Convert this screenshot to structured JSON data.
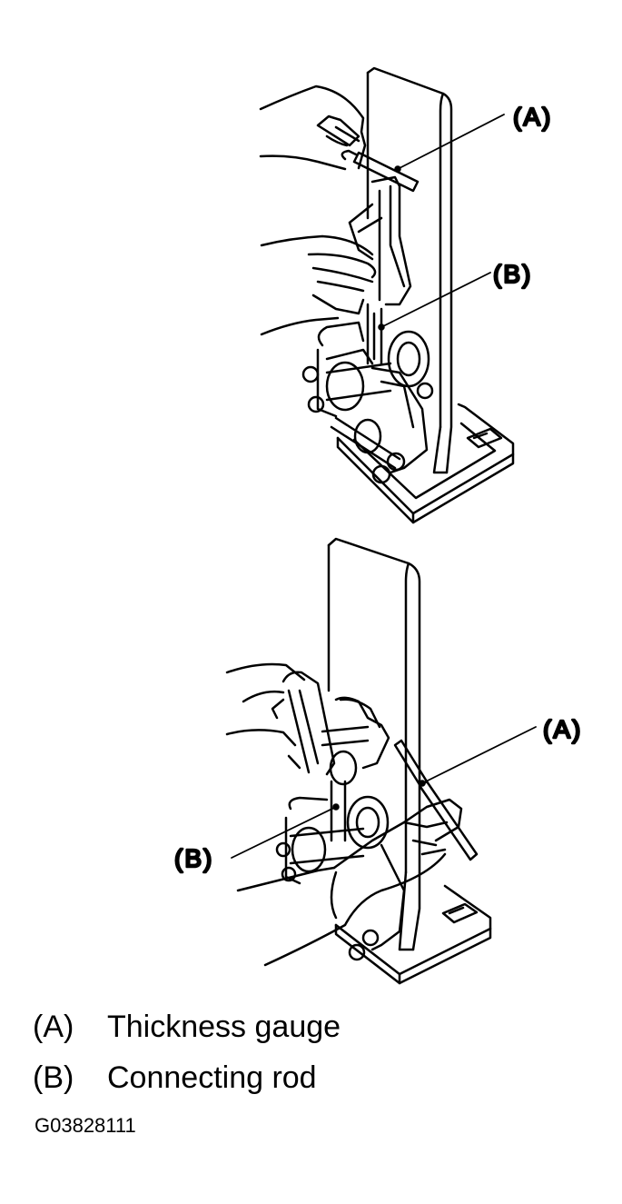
{
  "callouts": {
    "top": {
      "a": "(A)",
      "b": "(B)"
    },
    "bottom": {
      "a": "(A)",
      "b": "(B)"
    }
  },
  "legend": [
    {
      "key": "(A)",
      "text": "Thickness gauge"
    },
    {
      "key": "(B)",
      "text": "Connecting rod"
    }
  ],
  "figure_code": "G03828111",
  "colors": {
    "ink": "#000000",
    "paper": "#ffffff"
  }
}
